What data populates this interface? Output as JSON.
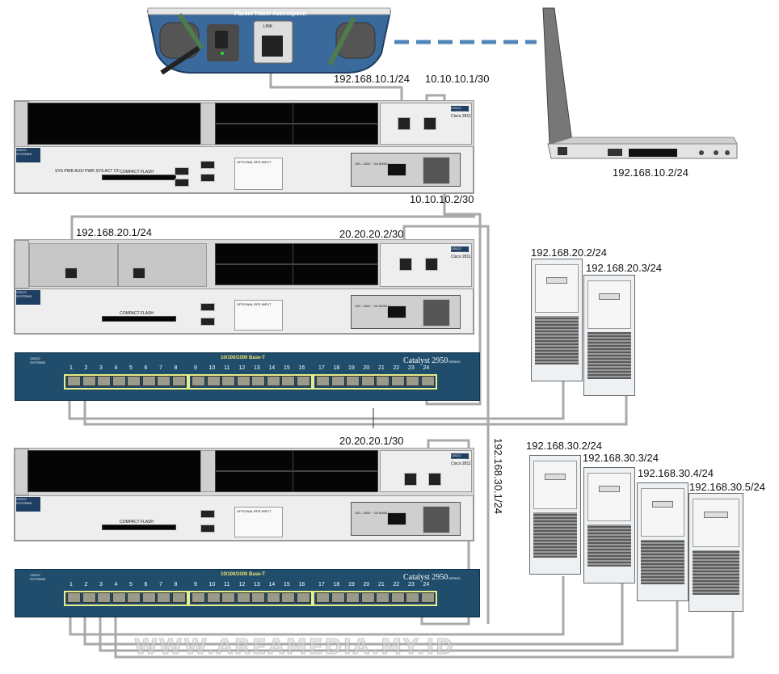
{
  "access_point": {
    "title": "Packet Tracer Accesspoint",
    "link_label": "LINK"
  },
  "router": {
    "vendor": "CISCO SYSTEMS",
    "model": "Cisco 2811",
    "compact_flash": "COMPACT FLASH",
    "rps_input": "OPTIONAL RPS INPUT",
    "power_rating": "100 - 240V ~ 2A 50/60 Hz",
    "leds": [
      "SYS PWR",
      "AUX/ PWR",
      "SYS ACT",
      "CF"
    ]
  },
  "switch": {
    "vendor": "CISCO SYSTEMS",
    "title": "10/100/1000 Base-T",
    "model": "Catalyst 2950",
    "series": "SERIES",
    "ports": [
      "1",
      "2",
      "3",
      "4",
      "5",
      "6",
      "7",
      "8",
      "9",
      "10",
      "11",
      "12",
      "13",
      "14",
      "15",
      "16",
      "17",
      "18",
      "19",
      "20",
      "21",
      "22",
      "23",
      "24"
    ]
  },
  "labels": {
    "ap_lan": "192.168.10.1/24",
    "r1_wan": "10.10.10.1/30",
    "laptop": "192.168.10.2/24",
    "r2_wan1": "10.10.10.2/30",
    "r2_lan": "192.168.20.1/24",
    "r2_wan2": "20.20.20.2/30",
    "pc20_2": "192.168.20.2/24",
    "pc20_3": "192.168.20.3/24",
    "r3_wan": "20.20.20.1/30",
    "r3_lan": "192.168.30.1/24",
    "pc30_2": "192.168.30.2/24",
    "pc30_3": "192.168.30.3/24",
    "pc30_4": "192.168.30.4/24",
    "pc30_5": "192.168.30.5/24"
  },
  "watermark": "WWW.AREAMEDIA.MY.ID",
  "colors": {
    "cable": "#a9a9a9",
    "wireless_link": "#4f86b8",
    "switch_body": "#1f4d6b",
    "port_group": "#e9ec8a"
  }
}
